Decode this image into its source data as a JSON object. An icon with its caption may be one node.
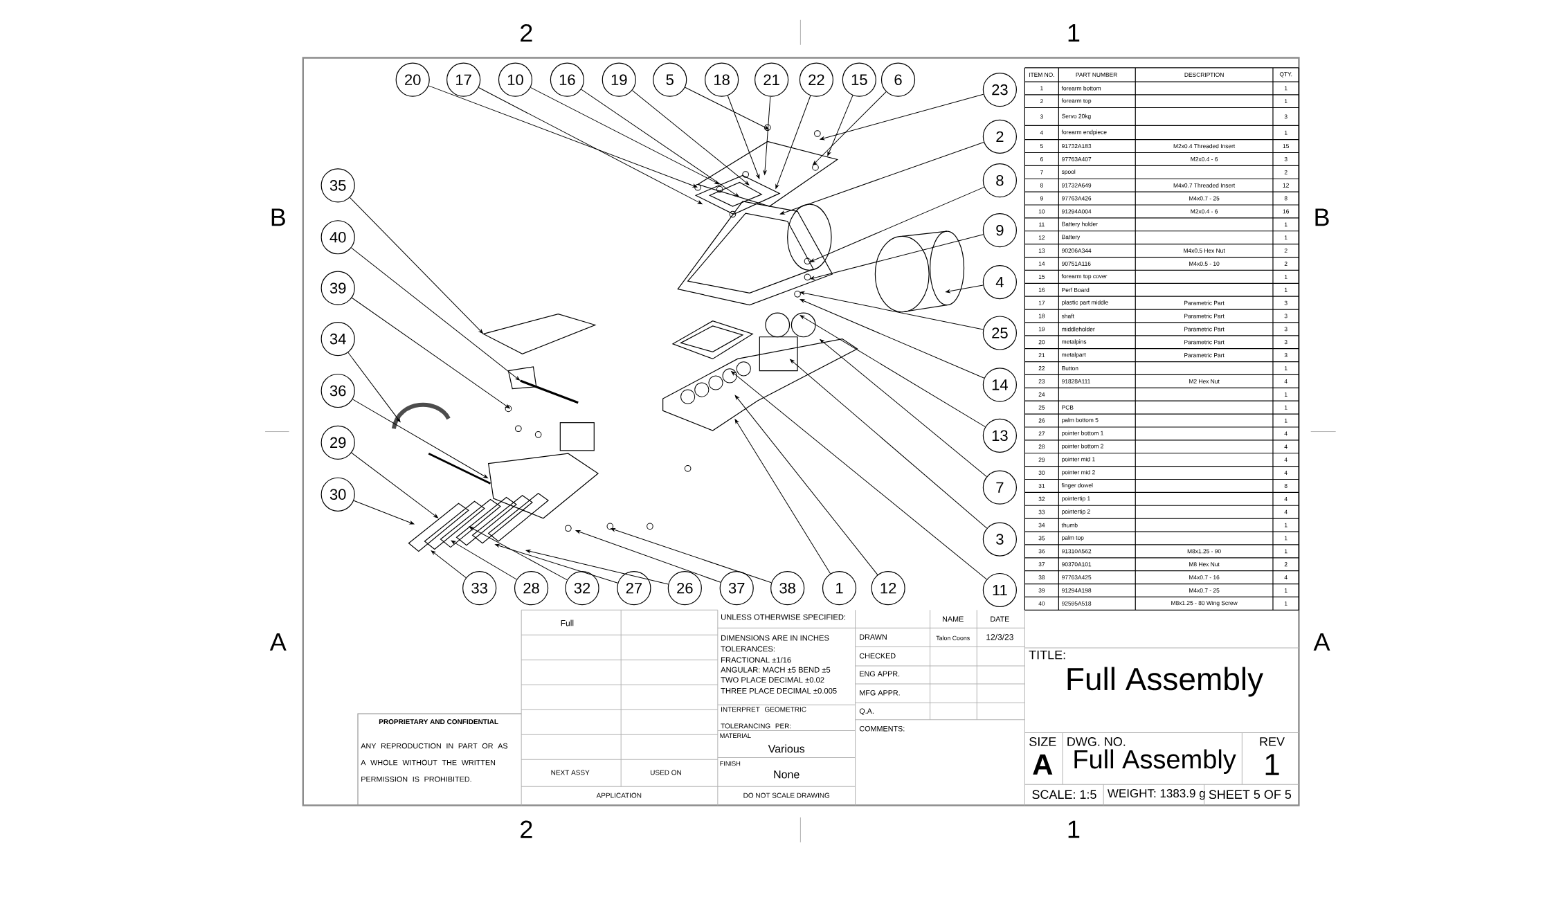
{
  "diagram": {
    "nodes": [
      {
        "text": [
          "20"
        ]
      },
      {
        "text": [
          "17"
        ]
      },
      {
        "text": [
          "10"
        ]
      },
      {
        "text": [
          "16"
        ]
      },
      {
        "text": [
          "19"
        ]
      },
      {
        "text": [
          "5"
        ]
      },
      {
        "text": [
          "18"
        ]
      },
      {
        "text": [
          "21"
        ]
      },
      {
        "text": [
          "22"
        ]
      },
      {
        "text": [
          "15"
        ]
      },
      {
        "text": [
          "6"
        ]
      },
      {
        "text": [
          "23"
        ]
      },
      {
        "text": [
          "2"
        ]
      },
      {
        "text": [
          "8"
        ]
      },
      {
        "text": [
          "9"
        ]
      },
      {
        "text": [
          "4"
        ]
      },
      {
        "text": [
          "25"
        ]
      },
      {
        "text": [
          "14"
        ]
      },
      {
        "text": [
          "13"
        ]
      },
      {
        "text": [
          "7"
        ]
      },
      {
        "text": [
          "3"
        ]
      },
      {
        "text": [
          "11"
        ]
      },
      {
        "text": [
          "35"
        ]
      },
      {
        "text": [
          "40"
        ]
      },
      {
        "text": [
          "39"
        ]
      },
      {
        "text": [
          "34"
        ]
      },
      {
        "text": [
          "36"
        ]
      },
      {
        "text": [
          "29"
        ]
      },
      {
        "text": [
          "30"
        ]
      },
      {
        "text": [
          "33"
        ]
      },
      {
        "text": [
          "28"
        ]
      },
      {
        "text": [
          "32"
        ]
      },
      {
        "text": [
          "27"
        ]
      },
      {
        "text": [
          "26"
        ]
      },
      {
        "text": [
          "37"
        ]
      },
      {
        "text": [
          "38"
        ]
      },
      {
        "text": [
          "1"
        ]
      },
      {
        "text": [
          "12"
        ]
      }
    ],
    "edges": [
      {
        "from": 0,
        "to": null,
        "arrow": "to"
      },
      {
        "from": 1,
        "to": null,
        "arrow": "to"
      },
      {
        "from": 2,
        "to": null,
        "arrow": "to"
      },
      {
        "from": 3,
        "to": null,
        "arrow": "to"
      },
      {
        "from": 4,
        "to": null,
        "arrow": "to"
      },
      {
        "from": 5,
        "to": null,
        "arrow": "to"
      },
      {
        "from": 6,
        "to": null,
        "arrow": "to"
      },
      {
        "from": 7,
        "to": null,
        "arrow": "to"
      },
      {
        "from": 8,
        "to": null,
        "arrow": "to"
      },
      {
        "from": 9,
        "to": null,
        "arrow": "to"
      },
      {
        "from": 10,
        "to": null,
        "arrow": "to"
      },
      {
        "from": 11,
        "to": null,
        "arrow": "to"
      },
      {
        "from": 12,
        "to": null,
        "arrow": "to"
      },
      {
        "from": 13,
        "to": null,
        "arrow": "to"
      },
      {
        "from": 14,
        "to": null,
        "arrow": "to"
      },
      {
        "from": 15,
        "to": null,
        "arrow": "to"
      },
      {
        "from": 16,
        "to": null,
        "arrow": "to"
      },
      {
        "from": 17,
        "to": null,
        "arrow": "to"
      },
      {
        "from": 18,
        "to": null,
        "arrow": "to"
      },
      {
        "from": 19,
        "to": null,
        "arrow": "to"
      },
      {
        "from": 20,
        "to": null,
        "arrow": "to"
      },
      {
        "from": 21,
        "to": null,
        "arrow": "to"
      },
      {
        "from": 22,
        "to": null,
        "arrow": "to"
      },
      {
        "from": 23,
        "to": null,
        "arrow": "to"
      },
      {
        "from": 24,
        "to": null,
        "arrow": "to"
      },
      {
        "from": 25,
        "to": null,
        "arrow": "to"
      },
      {
        "from": 26,
        "to": null,
        "arrow": "to"
      },
      {
        "from": 27,
        "to": null,
        "arrow": "to"
      },
      {
        "from": 28,
        "to": null,
        "arrow": "to"
      },
      {
        "from": 29,
        "to": null,
        "arrow": "to"
      },
      {
        "from": 30,
        "to": null,
        "arrow": "to"
      },
      {
        "from": 31,
        "to": null,
        "arrow": "to"
      },
      {
        "from": 32,
        "to": null,
        "arrow": "to"
      },
      {
        "from": 33,
        "to": null,
        "arrow": "to"
      },
      {
        "from": 34,
        "to": null,
        "arrow": "to"
      },
      {
        "from": 35,
        "to": null,
        "arrow": "to"
      },
      {
        "from": 36,
        "to": null,
        "arrow": "to"
      },
      {
        "from": 37,
        "to": null,
        "arrow": "to"
      }
    ],
    "labels": [
      "2",
      "1",
      "B",
      "B",
      "A",
      "A",
      "2",
      "1",
      "ITEM NO.",
      "PART NUMBER",
      "DESCRIPTION",
      "QTY.",
      "1",
      "forearm bottom",
      "1",
      "2",
      "forearm top",
      "1",
      "3",
      "Servo 20kg",
      "3",
      "4",
      "forearm endpiece",
      "1",
      "5",
      "91732A183",
      "M2x0.4 Threaded Insert",
      "15",
      "6",
      "97763A407",
      "M2x0.4 - 6",
      "3",
      "7",
      "spool",
      "2",
      "8",
      "91732A649",
      "M4x0.7 Threaded Insert",
      "12",
      "9",
      "97763A426",
      "M4x0.7 - 25",
      "8",
      "10",
      "91294A004",
      "M2x0.4 - 6",
      "16",
      "11",
      "Battery holder",
      "1",
      "12",
      "Battery",
      "1",
      "13",
      "90206A344",
      "M4x0.5 Hex Nut",
      "2",
      "14",
      "90751A116",
      "M4x0.5 - 10",
      "2",
      "15",
      "forearm top cover",
      "1",
      "16",
      "Perf Board",
      "1",
      "17",
      "plastic part middle",
      "Parametric Part",
      "3",
      "18",
      "shaft",
      "Parametric Part",
      "3",
      "19",
      "middleholder",
      "Parametric Part",
      "3",
      "20",
      "metalpins",
      "Parametric Part",
      "3",
      "21",
      "metalpart",
      "Parametric Part",
      "3",
      "22",
      "Button",
      "1",
      "23",
      "91828A111",
      "M2 Hex Nut",
      "4",
      "24",
      "1",
      "25",
      "PCB",
      "1",
      "26",
      "palm bottom 5",
      "1",
      "27",
      "pointer bottom 1",
      "4",
      "28",
      "pointer bottom 2",
      "4",
      "29",
      "pointer mid 1",
      "4",
      "30",
      "pointer mid 2",
      "4",
      "31",
      "finger dowel",
      "8",
      "32",
      "pointertip 1",
      "4",
      "33",
      "pointertip 2",
      "4",
      "34",
      "thumb",
      "1",
      "35",
      "palm top",
      "1",
      "36",
      "91310A562",
      "M8x1.25 - 90",
      "1",
      "37",
      "90370A101",
      "M8 Hex Nut",
      "2",
      "38",
      "97763A425",
      "M4x0.7 - 16",
      "4",
      "39",
      "91294A198",
      "M4x0.7 - 25",
      "1",
      "40",
      "92595A518",
      "M8x1.25 - 80 Wing Screw",
      "1",
      "Full",
      "NEXT ASSY",
      "USED ON",
      "APPLICATION",
      "UNLESS OTHERWISE SPECIFIED:",
      "DIMENSIONS ARE IN INCHES",
      "TOLERANCES:",
      "FRACTIONAL ±1/16",
      "ANGULAR: MACH ±5   BEND ±5",
      "TWO PLACE DECIMAL ±0.02",
      "THREE PLACE DECIMAL ±0.005",
      "INTERPRET GEOMETRIC TOLERANCING PER:",
      "MATERIAL",
      "Various",
      "FINISH",
      "None",
      "DO NOT SCALE DRAWING",
      "PROPRIETARY AND CONFIDENTIAL",
      "ANY REPRODUCTION IN PART OR AS A WHOLE WITHOUT THE WRITTEN PERMISSION IS PROHIBITED.",
      "NAME",
      "DATE",
      "DRAWN",
      "Talon Coons",
      "12/3/23",
      "CHECKED",
      "ENG APPR.",
      "MFG APPR.",
      "Q.A.",
      "COMMENTS:",
      "TITLE:",
      "Full Assembly",
      "SIZE",
      "A",
      "DWG. NO.",
      "Full Assembly",
      "REV",
      "1",
      "SCALE: 1:5",
      "WEIGHT: 1383.9 g",
      "SHEET 5 OF 5"
    ]
  }
}
